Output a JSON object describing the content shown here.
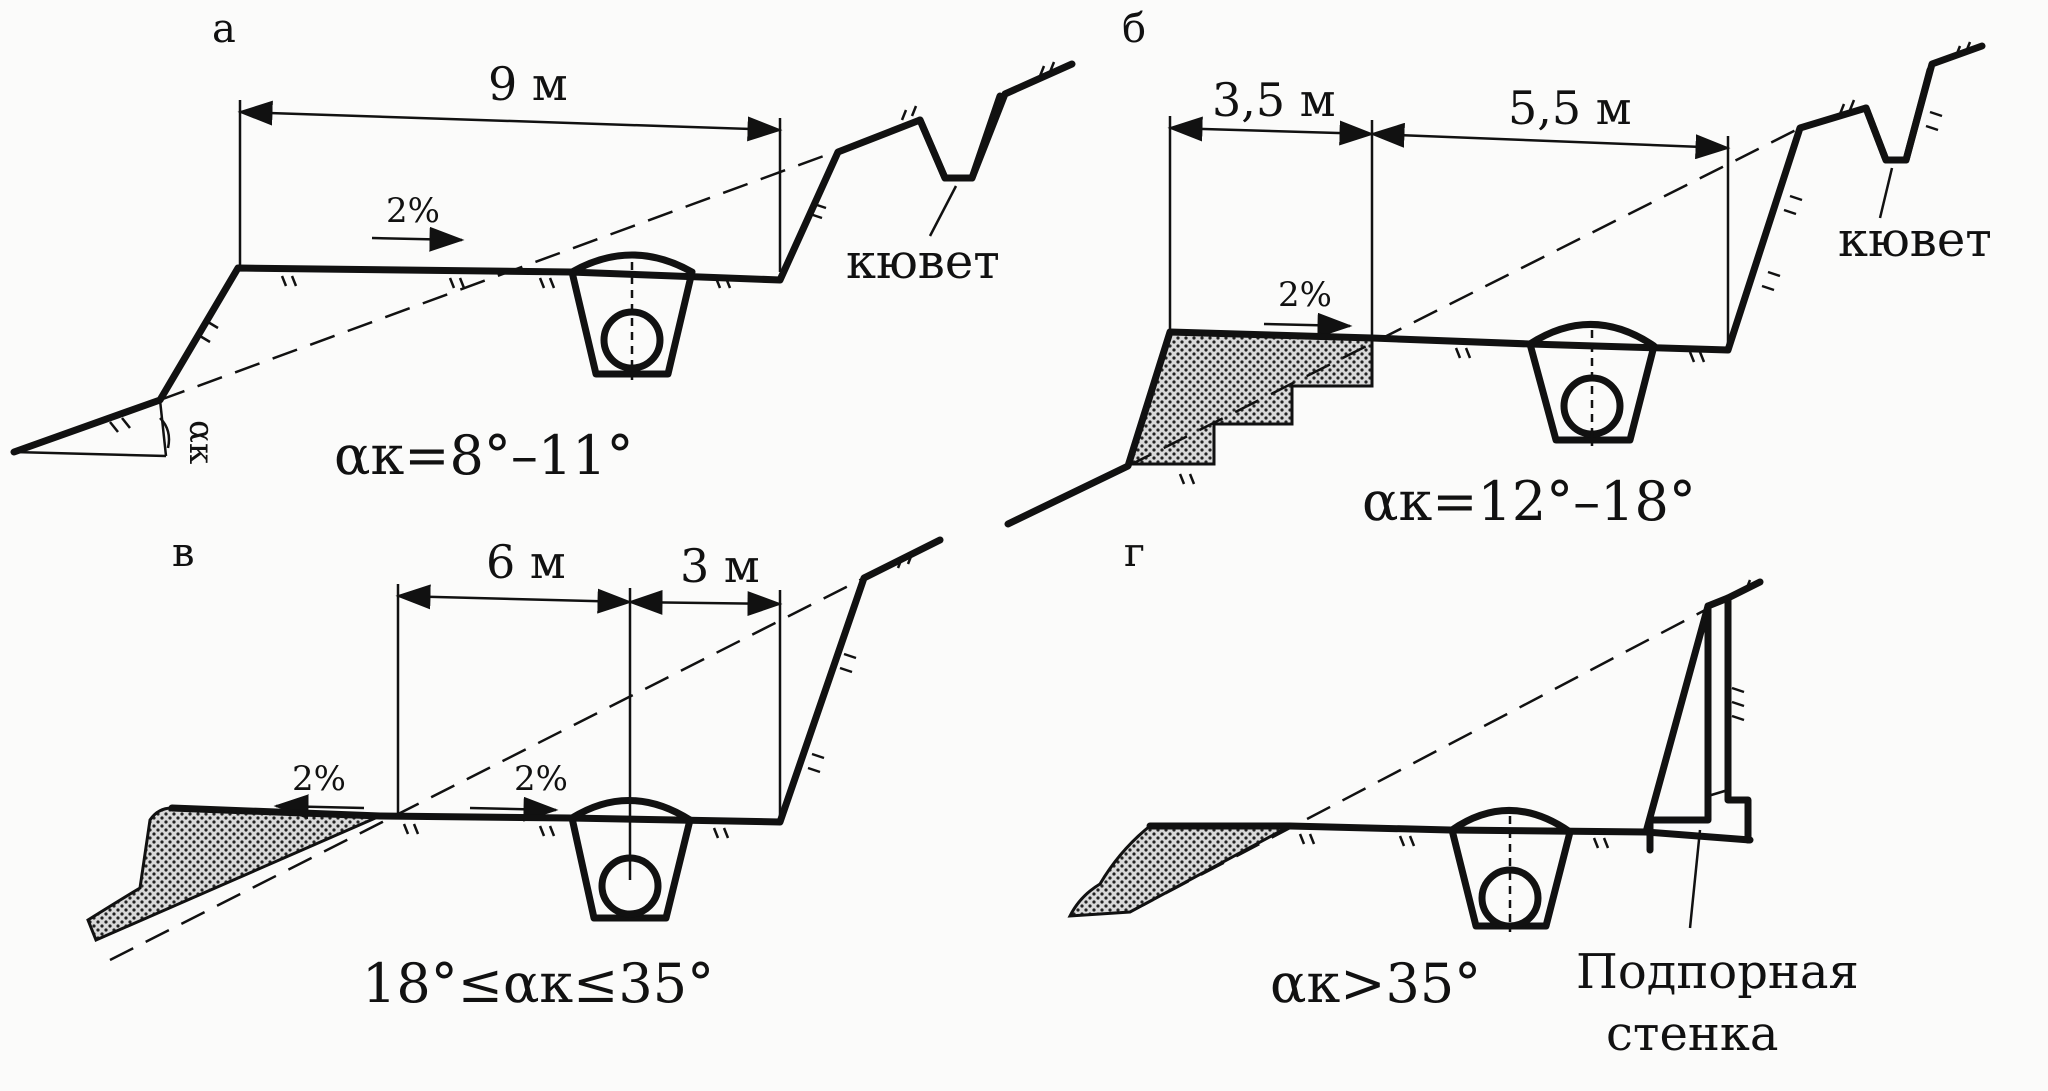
{
  "panels": {
    "a": {
      "letter": "а",
      "dimension": "9 м",
      "grade": "2%",
      "ditch_label": "кювет",
      "formula": "αк=8°–11°"
    },
    "b": {
      "letter": "б",
      "dimension_left": "3,5 м",
      "dimension_right": "5,5 м",
      "grade": "2%",
      "ditch_label": "кювет",
      "formula": "αк=12°–18°"
    },
    "v": {
      "letter": "в",
      "dimension_left": "6 м",
      "dimension_right": "3 м",
      "grade_left": "2%",
      "grade_right": "2%",
      "formula": "18°≤αк≤35°"
    },
    "g": {
      "letter": "г",
      "formula": "αк>35°",
      "wall_label_line1": "Подпорная",
      "wall_label_line2": "стенка"
    }
  },
  "angle_symbol": "αк"
}
